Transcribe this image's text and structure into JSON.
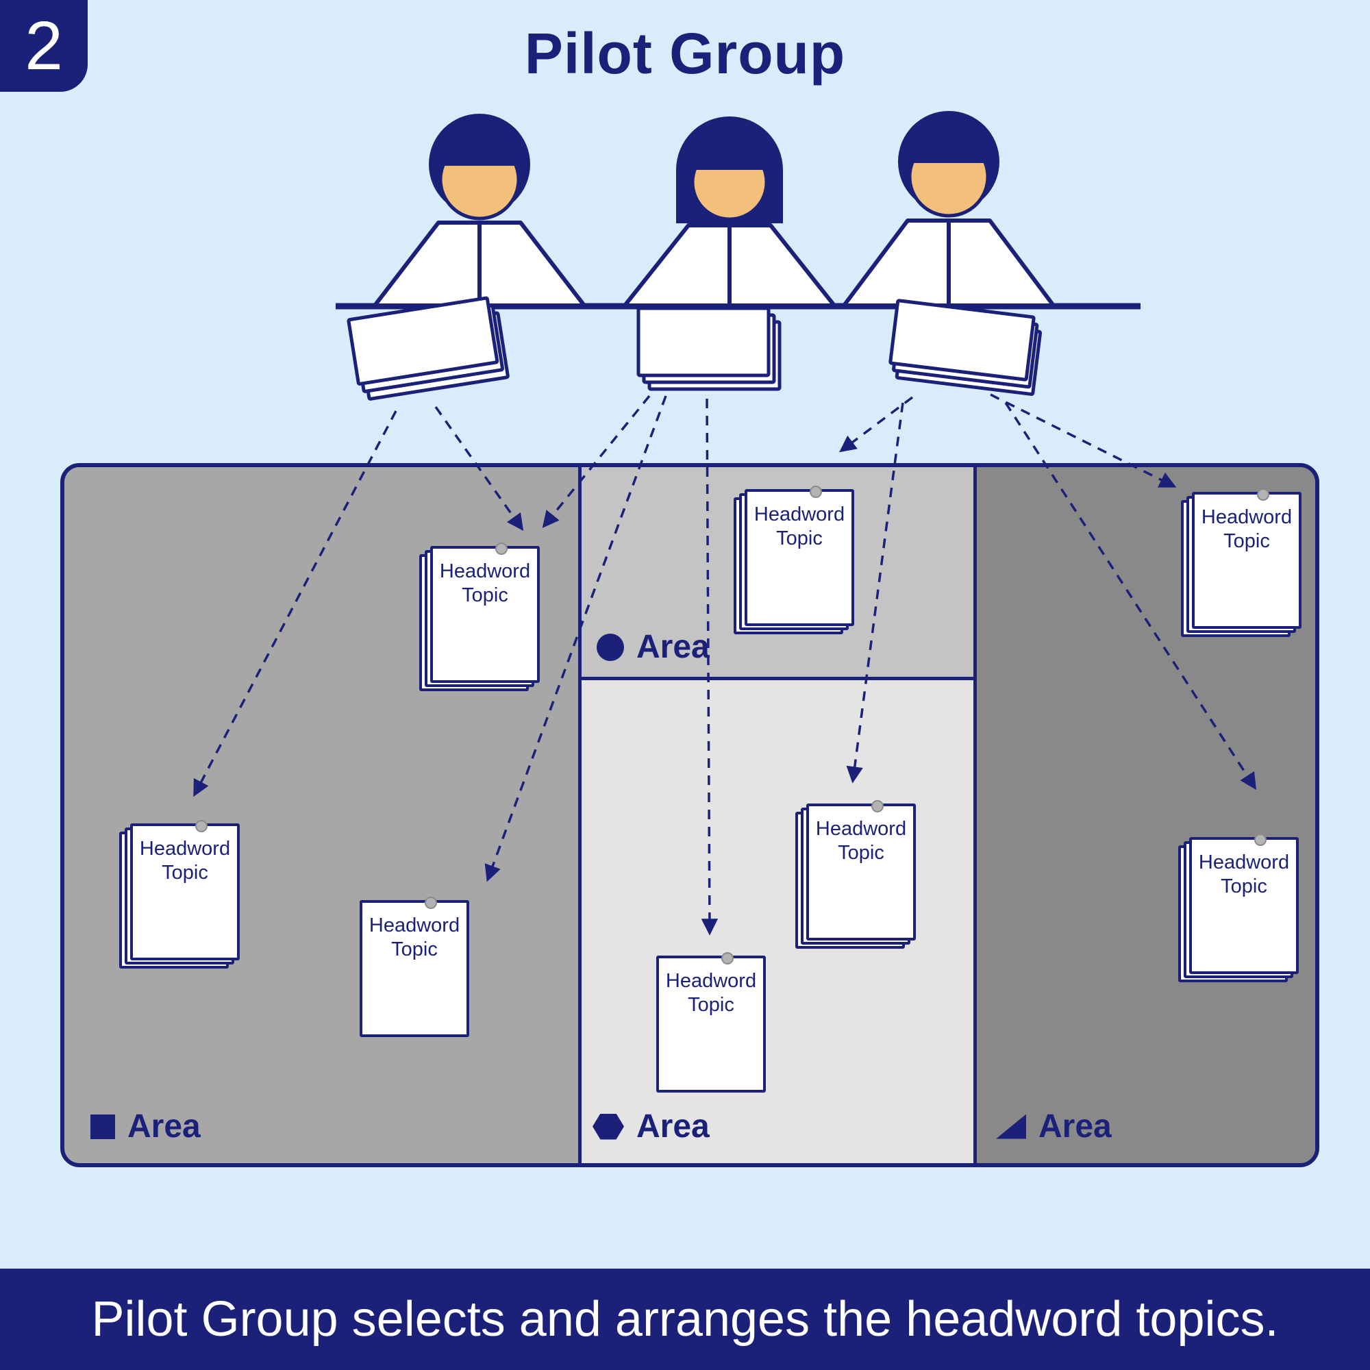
{
  "step": {
    "number": "2"
  },
  "title": "Pilot Group",
  "caption": "Pilot Group selects and arranges the headword topics.",
  "areas": [
    {
      "icon": "square-icon",
      "label": "Area"
    },
    {
      "icon": "circle-icon",
      "label": "Area"
    },
    {
      "icon": "hexagon-icon",
      "label": "Area"
    },
    {
      "icon": "triangle-icon",
      "label": "Area"
    }
  ],
  "cards": [
    {
      "line1": "Headword",
      "line2": "Topic",
      "area": "square",
      "stacked": true
    },
    {
      "line1": "Headword",
      "line2": "Topic",
      "area": "square",
      "stacked": true
    },
    {
      "line1": "Headword",
      "line2": "Topic",
      "area": "square",
      "stacked": false
    },
    {
      "line1": "Headword",
      "line2": "Topic",
      "area": "circle",
      "stacked": true
    },
    {
      "line1": "Headword",
      "line2": "Topic",
      "area": "hexagon",
      "stacked": true
    },
    {
      "line1": "Headword",
      "line2": "Topic",
      "area": "hexagon",
      "stacked": false
    },
    {
      "line1": "Headword",
      "line2": "Topic",
      "area": "triangle",
      "stacked": true
    },
    {
      "line1": "Headword",
      "line2": "Topic",
      "area": "triangle",
      "stacked": true
    }
  ],
  "colors": {
    "navy": "#1b2178",
    "background": "#d9ecfb",
    "skin": "#f3c07c",
    "area_square": "#a7a7a7",
    "area_circle": "#c4c4c4",
    "area_hexagon": "#e4e4e4",
    "area_triangle": "#898989",
    "card_bg": "#ffffff",
    "pin": "#b3b3b3"
  }
}
